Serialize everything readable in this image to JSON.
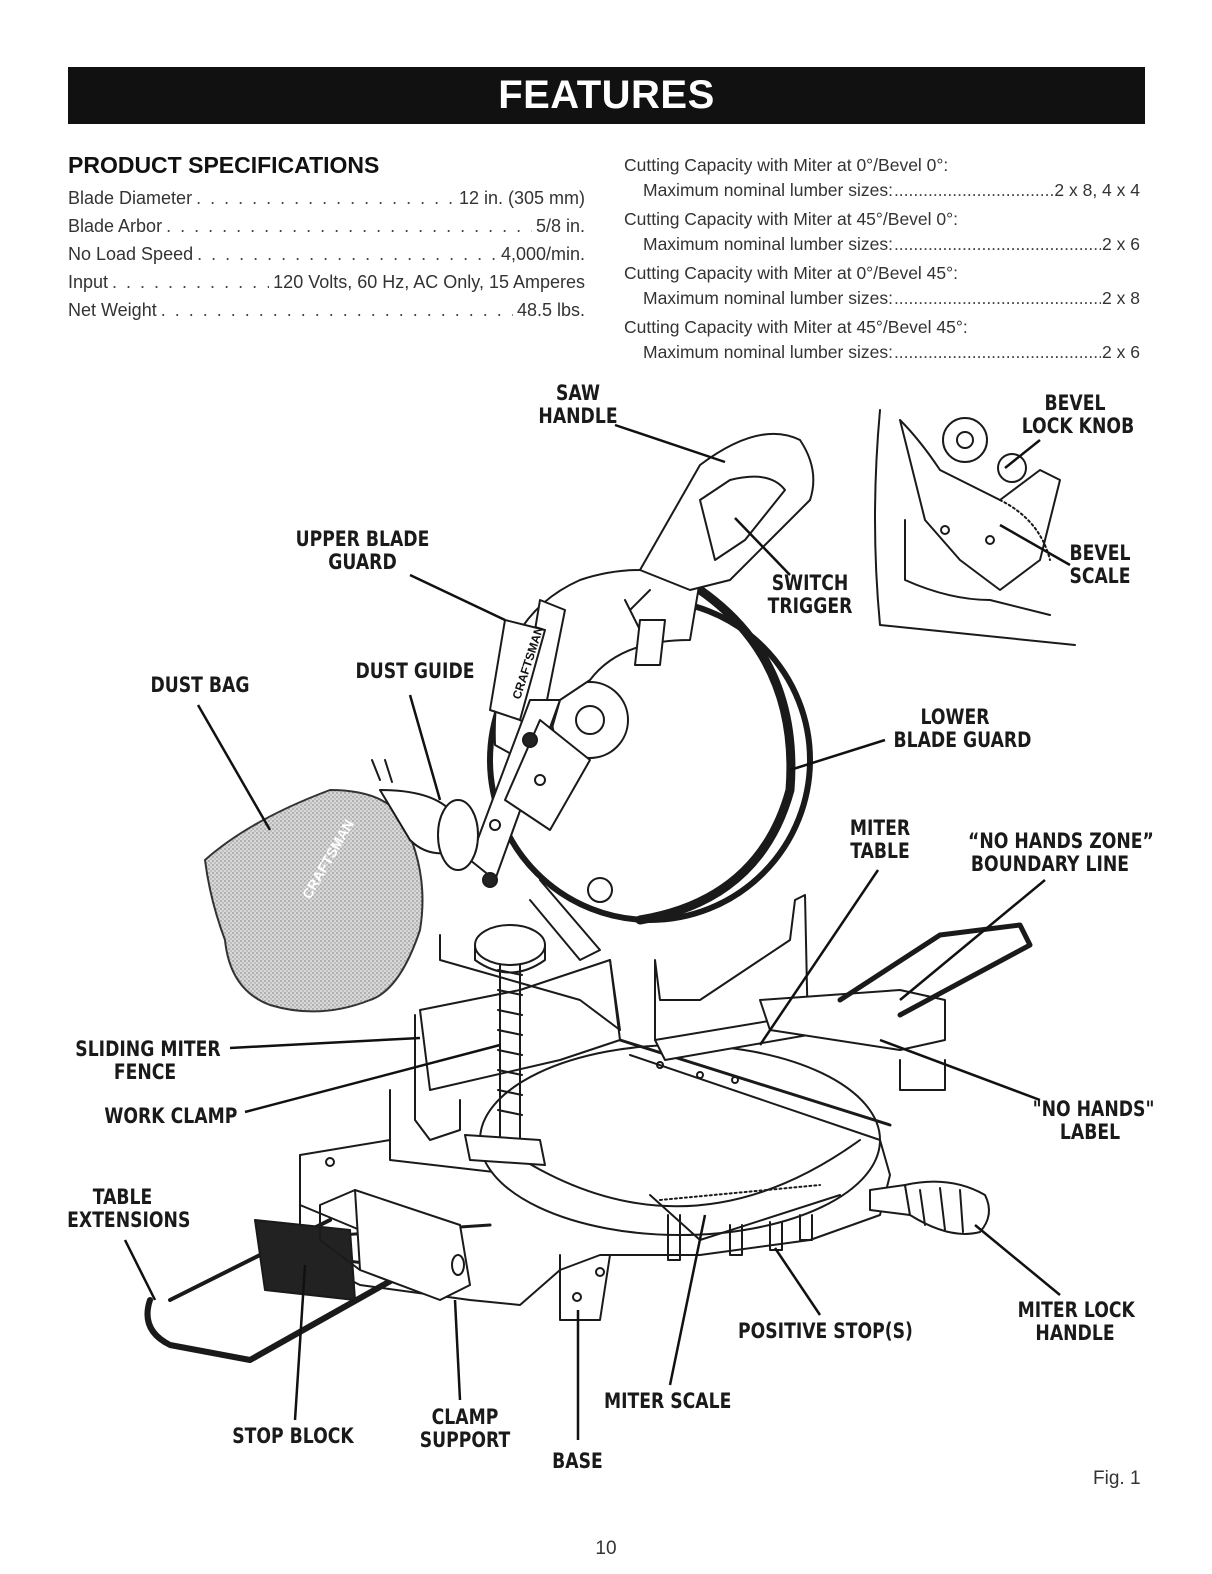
{
  "banner": {
    "title": "FEATURES"
  },
  "specs": {
    "heading": "PRODUCT SPECIFICATIONS",
    "rows": [
      {
        "label": "Blade Diameter",
        "value": "12 in. (305 mm)"
      },
      {
        "label": "Blade Arbor",
        "value": "5/8 in."
      },
      {
        "label": "No Load Speed",
        "value": "4,000/min."
      },
      {
        "label": "Input",
        "value": "120 Volts, 60 Hz, AC Only, 15 Amperes"
      },
      {
        "label": "Net Weight",
        "value": "48.5 lbs."
      }
    ]
  },
  "capacities": [
    {
      "heading": "Cutting Capacity with Miter at 0°/Bevel 0°:",
      "label": "Maximum nominal lumber sizes:",
      "value": "2 x 8, 4 x 4"
    },
    {
      "heading": "Cutting Capacity with Miter at 45°/Bevel 0°:",
      "label": "Maximum nominal lumber sizes:",
      "value": "2 x 6"
    },
    {
      "heading": "Cutting Capacity with Miter at 0°/Bevel 45°:",
      "label": "Maximum nominal lumber sizes:",
      "value": "2 x 8"
    },
    {
      "heading": "Cutting Capacity with Miter at 45°/Bevel 45°:",
      "label": "Maximum nominal lumber sizes:",
      "value": "2 x 6"
    }
  ],
  "callouts": {
    "saw_handle": [
      "SAW",
      "HANDLE"
    ],
    "bevel_lock_knob": [
      "BEVEL",
      "LOCK KNOB"
    ],
    "upper_blade_guard": [
      "UPPER BLADE",
      "GUARD"
    ],
    "switch_trigger": [
      "SWITCH",
      "TRIGGER"
    ],
    "bevel_scale": [
      "BEVEL",
      "SCALE"
    ],
    "dust_bag": [
      "DUST BAG"
    ],
    "dust_guide": [
      "DUST GUIDE"
    ],
    "lower_blade_guard": [
      "LOWER",
      "BLADE GUARD"
    ],
    "miter_table": [
      "MITER",
      "TABLE"
    ],
    "no_hands_zone": [
      "“NO HANDS ZONE”",
      "BOUNDARY LINE"
    ],
    "sliding_miter_fence": [
      "SLIDING MITER",
      "FENCE"
    ],
    "work_clamp": [
      "WORK CLAMP"
    ],
    "no_hands_label": [
      "\"NO HANDS\"",
      "LABEL"
    ],
    "table_extensions": [
      "TABLE",
      "EXTENSIONS"
    ],
    "miter_lock_handle": [
      "MITER LOCK",
      "HANDLE"
    ],
    "positive_stops": [
      "POSITIVE STOP(S)"
    ],
    "miter_scale": [
      "MITER SCALE"
    ],
    "clamp_support": [
      "CLAMP",
      "SUPPORT"
    ],
    "stop_block": [
      "STOP BLOCK"
    ],
    "base": [
      "BASE"
    ]
  },
  "figure": {
    "label": "Fig. 1",
    "logo_text": "CRAFTSMAN"
  },
  "page": {
    "number": "10"
  }
}
